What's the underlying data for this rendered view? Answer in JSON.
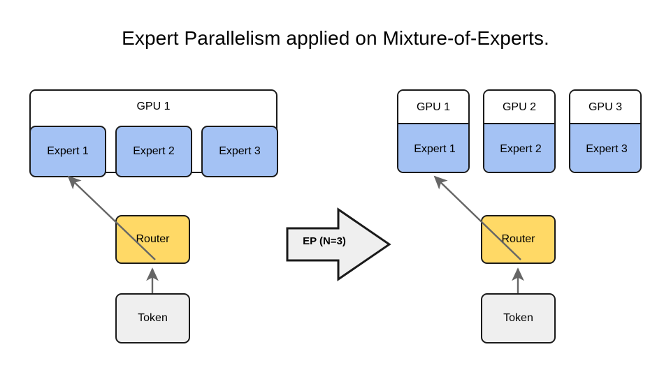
{
  "title": "Expert Parallelism applied on Mixture-of-Experts.",
  "colors": {
    "expert_blue": "#a4c2f4",
    "router_yellow": "#ffd966",
    "token_grey": "#efefef",
    "arrow_grey": "#efefef",
    "stroke": "#1a1a1a",
    "connector": "#666666",
    "background": "#ffffff"
  },
  "left": {
    "gpu_container_label": "GPU 1",
    "experts": [
      {
        "label": "Expert 1"
      },
      {
        "label": "Expert 2"
      },
      {
        "label": "Expert 3"
      }
    ],
    "router_label": "Router",
    "token_label": "Token"
  },
  "transition": {
    "label": "EP (N=3)"
  },
  "right": {
    "gpus": [
      {
        "gpu_label": "GPU 1",
        "expert_label": "Expert 1"
      },
      {
        "gpu_label": "GPU 2",
        "expert_label": "Expert 2"
      },
      {
        "gpu_label": "GPU 3",
        "expert_label": "Expert 3"
      }
    ],
    "router_label": "Router",
    "token_label": "Token"
  }
}
